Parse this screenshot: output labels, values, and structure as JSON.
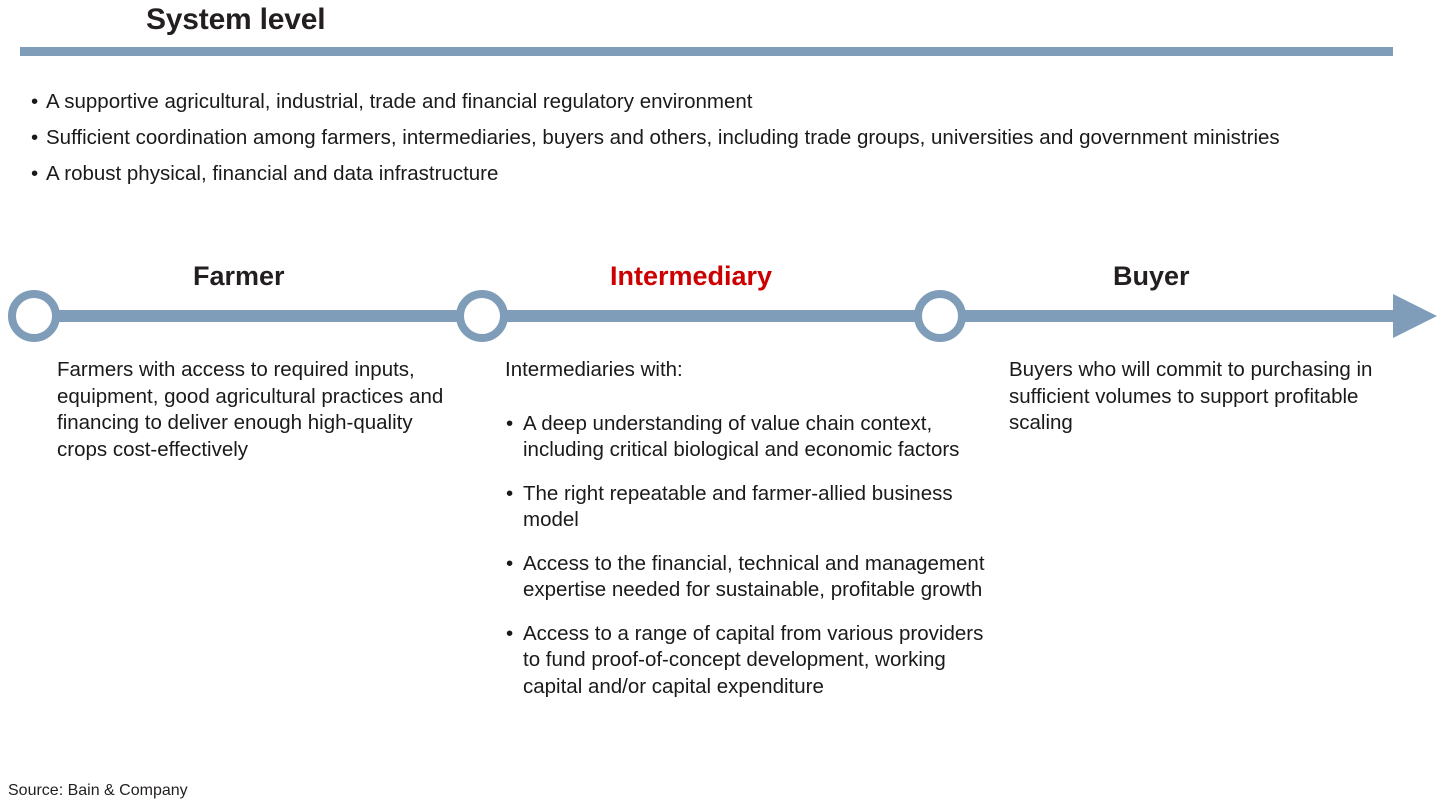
{
  "header": {
    "title": "System level",
    "rule_color": "#7f9db9"
  },
  "system_bullets": {
    "marker": "•",
    "items": [
      "A supportive agricultural, industrial, trade and financial regulatory environment",
      "Sufficient coordination among farmers, intermediaries, buyers and others, including trade groups, universities and government ministries",
      "A robust physical, financial and data infrastructure"
    ]
  },
  "value_chain": {
    "arrow_color": "#7f9db9",
    "node_fill": "#ffffff",
    "nodes": [
      {
        "label": "Farmer",
        "color": "#231f20"
      },
      {
        "label": "Intermediary",
        "color": "#cc0000"
      },
      {
        "label": "Buyer",
        "color": "#231f20"
      }
    ]
  },
  "columns": {
    "farmer": {
      "body": "Farmers with access to required inputs, equipment, good agricultural practices and financing to deliver enough high-quality crops cost-effectively"
    },
    "intermediary": {
      "intro": "Intermediaries with:",
      "marker": "•",
      "items": [
        "A deep understanding of value chain context, including critical biological and economic factors",
        "The right repeatable and farmer-allied business model",
        "Access to the financial, technical and management expertise needed for sustainable, profitable growth",
        "Access to a range of capital from various providers to fund proof-of-concept development, working capital and/or capital expenditure"
      ]
    },
    "buyer": {
      "body": "Buyers who will commit to purchasing in sufficient volumes to support profitable scaling"
    }
  },
  "footer": {
    "source": "Source: Bain & Company"
  }
}
